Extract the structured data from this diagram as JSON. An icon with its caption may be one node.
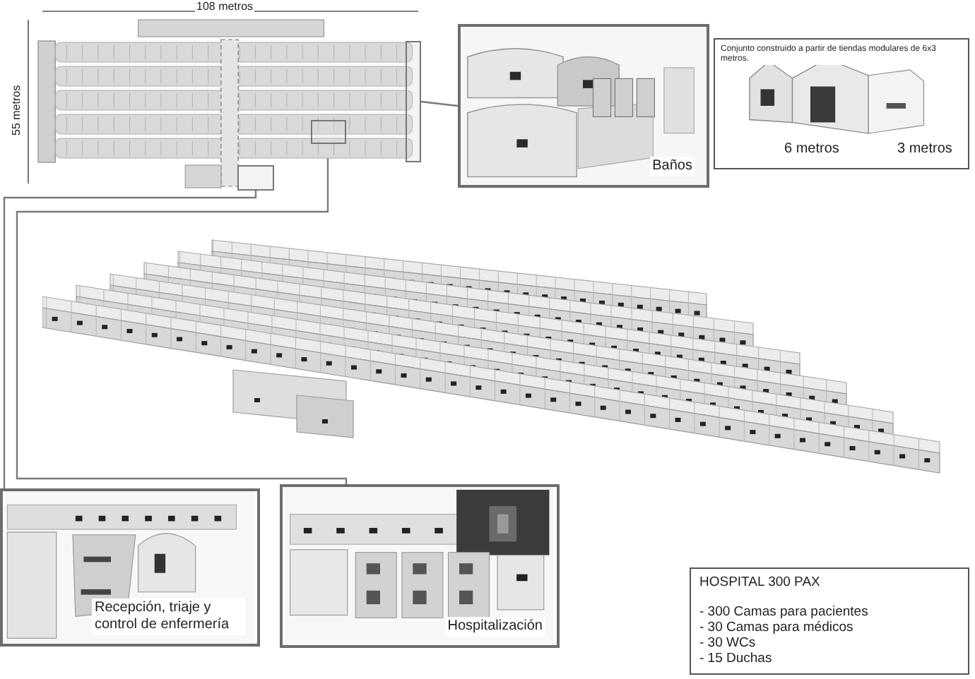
{
  "diagram": {
    "nodes": [
      {
        "text": [],
        "shape": "picture"
      },
      {
        "text": [],
        "shape": "box",
        "in": 0
      },
      {
        "text": [],
        "shape": "box",
        "in": 0
      },
      {
        "text": [],
        "shape": "box",
        "in": 0
      },
      {
        "text": [
          "Baños"
        ]
      },
      {
        "text": [
          "Conjunto construido a partir de tiendas modulares de 6x3 metros."
        ]
      },
      {
        "text": [],
        "shape": "picture"
      },
      {
        "text": [
          "Recepción, triaje y control de enfermería"
        ]
      },
      {
        "text": [
          "Hospitalización"
        ]
      },
      {
        "text": [
          "HOSPITAL 300 PAX",
          "- 300 Camas para pacientes",
          "- 30 Camas para médicos",
          "- 30 WCs",
          "- 15 Duchas"
        ]
      }
    ],
    "edges": [
      {
        "from": 1,
        "to": 4,
        "arrow": "none"
      },
      {
        "from": 2,
        "to": 7,
        "arrow": "none"
      },
      {
        "from": 3,
        "to": 8,
        "arrow": "none"
      }
    ],
    "labels": [
      "108 metros",
      "55 metros",
      "6 metros",
      "3 metros"
    ]
  }
}
